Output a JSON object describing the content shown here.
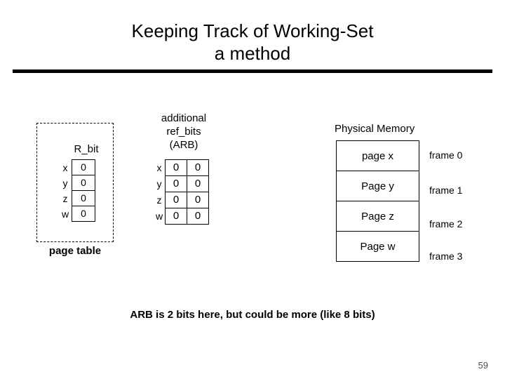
{
  "slide": {
    "title_line1": "Keeping Track of Working-Set",
    "title_line2": "a method",
    "footnote": "ARB is 2 bits here, but could be more (like 8 bits)",
    "page_number": "59"
  },
  "page_table": {
    "caption": "page table",
    "column_header": "R_bit",
    "rows": [
      {
        "label": "x",
        "r_bit": "0"
      },
      {
        "label": "y",
        "r_bit": "0"
      },
      {
        "label": "z",
        "r_bit": "0"
      },
      {
        "label": "w",
        "r_bit": "0"
      }
    ]
  },
  "arb_table": {
    "header_line1": "additional",
    "header_line2": "ref_bits",
    "header_line3": "(ARB)",
    "rows": [
      {
        "label": "x",
        "bit0": "0",
        "bit1": "0"
      },
      {
        "label": "y",
        "bit0": "0",
        "bit1": "0"
      },
      {
        "label": "z",
        "bit0": "0",
        "bit1": "0"
      },
      {
        "label": "w",
        "bit0": "0",
        "bit1": "0"
      }
    ]
  },
  "physical_memory": {
    "heading": "Physical Memory",
    "frames": [
      {
        "page": "page x",
        "frame": "frame 0"
      },
      {
        "page": "Page y",
        "frame": "frame 1"
      },
      {
        "page": "Page z",
        "frame": "frame 2"
      },
      {
        "page": "Page w",
        "frame": "frame 3"
      }
    ]
  },
  "colors": {
    "text": "#000000",
    "rule": "#000000",
    "page_number": "#4d4d4d",
    "background": "#ffffff"
  }
}
